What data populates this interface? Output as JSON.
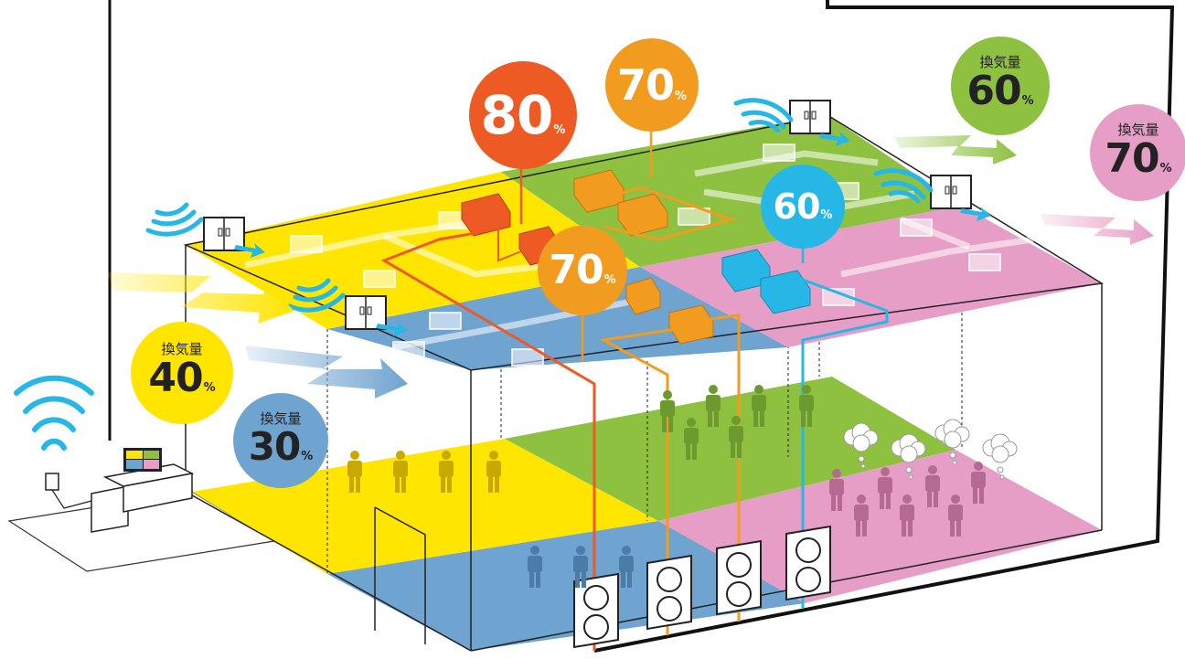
{
  "colors": {
    "yellow": "#ffe500",
    "blue": "#6fa3d0",
    "green": "#8dc13f",
    "pink": "#e79ec6",
    "red": "#ee5a24",
    "orange": "#f29c1f",
    "cyan": "#27b7e6"
  },
  "badges": {
    "ventilation_label": "換気量",
    "percent": "%",
    "yellow_zone": {
      "value": "40"
    },
    "blue_zone": {
      "value": "30"
    },
    "green_zone": {
      "value": "60"
    },
    "pink_zone": {
      "value": "70"
    },
    "unit_red": {
      "value": "80"
    },
    "unit_orange_top": {
      "value": "70"
    },
    "unit_orange_mid": {
      "value": "70"
    },
    "unit_cyan": {
      "value": "60"
    }
  }
}
